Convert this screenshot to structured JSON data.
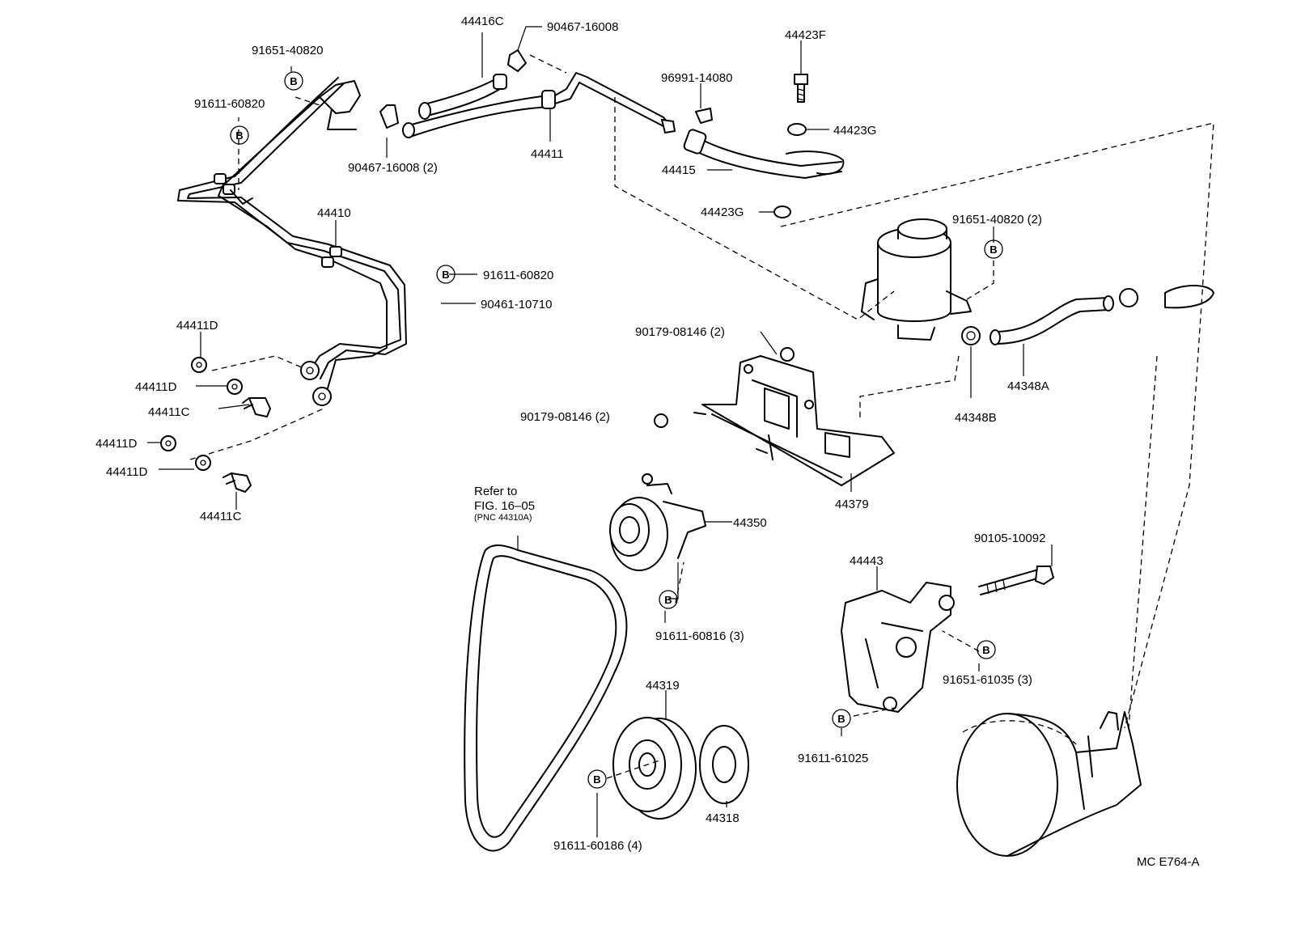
{
  "diagram_code": "MC E764-A",
  "labels": {
    "p_91651_40820_top": "91651-40820",
    "p_91611_60820_top": "91611-60820",
    "p_44416C": "44416C",
    "p_90467_16008": "90467-16008",
    "p_90467_16008_2": "90467-16008 (2)",
    "p_44411": "44411",
    "p_96991_14080": "96991-14080",
    "p_44423F": "44423F",
    "p_44423G_upper": "44423G",
    "p_44415": "44415",
    "p_44423G_lower": "44423G",
    "p_44410": "44410",
    "p_91611_60820_mid": "91611-60820",
    "p_90461_10710": "90461-10710",
    "p_91651_40820_2": "91651-40820 (2)",
    "p_90179_08146_2_upper": "90179-08146 (2)",
    "p_90179_08146_2_lower": "90179-08146 (2)",
    "p_44348A": "44348A",
    "p_44348B": "44348B",
    "p_44379": "44379",
    "p_44411D_1": "44411D",
    "p_44411D_2": "44411D",
    "p_44411C_1": "44411C",
    "p_44411D_3": "44411D",
    "p_44411D_4": "44411D",
    "p_44411C_2": "44411C",
    "p_44350": "44350",
    "p_91611_60816_3": "91611-60816 (3)",
    "p_90105_10092": "90105-10092",
    "p_44443": "44443",
    "p_91651_61035_3": "91651-61035 (3)",
    "p_91611_61025": "91611-61025",
    "p_44319": "44319",
    "p_44318": "44318",
    "p_91611_60186_4": "91611-60186 (4)",
    "refer_line1": "Refer to",
    "refer_line2": "FIG. 16–05",
    "refer_line3": "(PNC 44310A)"
  },
  "badge_letter": "B",
  "colors": {
    "ink": "#000000",
    "paper": "#ffffff"
  }
}
